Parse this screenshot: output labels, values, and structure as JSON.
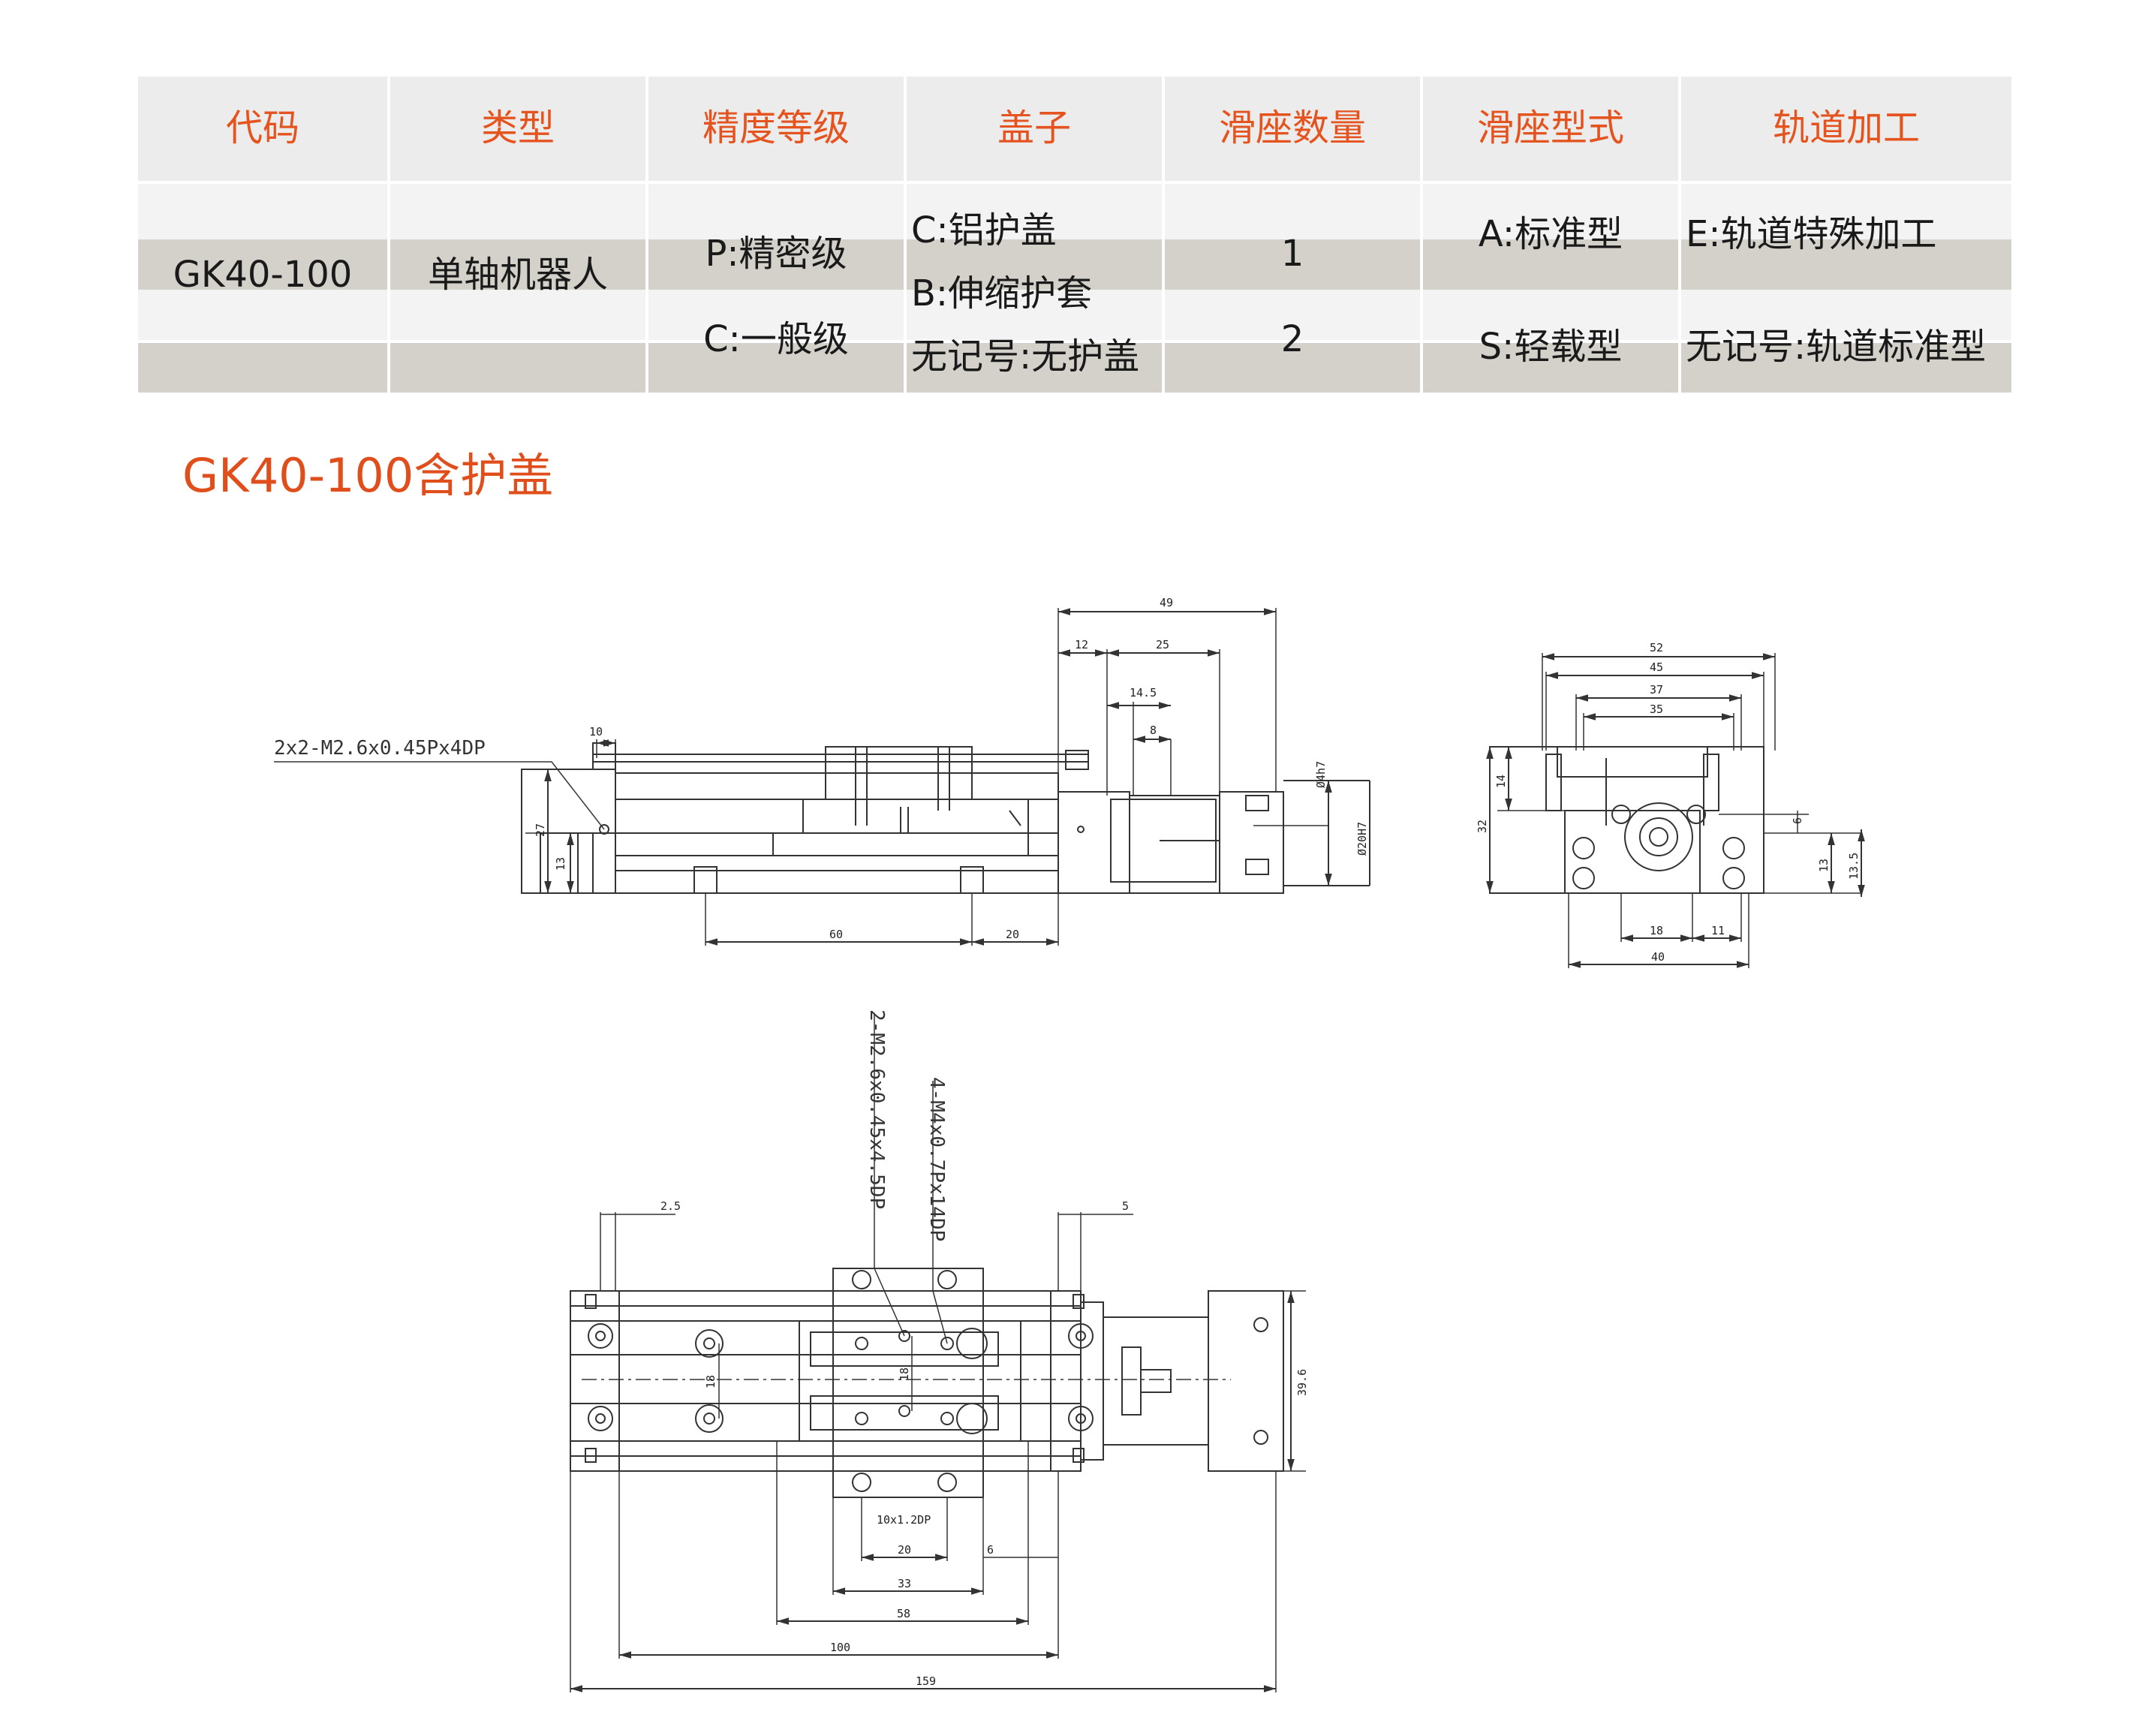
{
  "table": {
    "headers": [
      "代码",
      "类型",
      "精度等级",
      "盖子",
      "滑座数量",
      "滑座型式",
      "轨道加工"
    ],
    "model_code": "GK40-100",
    "type": "单轴机器人",
    "precision": [
      "P:精密级",
      "C:一般级"
    ],
    "cover": [
      "C:铝护盖",
      "B:伸缩护套",
      "无记号:无护盖"
    ],
    "slider_qty": [
      "1",
      "2"
    ],
    "slider_style": [
      "A:标准型",
      "S:轻载型"
    ],
    "rail_processing": [
      "E:轨道特殊加工",
      "无记号:轨道标准型"
    ]
  },
  "section_title": "GK40-100含护盖",
  "drawing": {
    "side_view": {
      "callout": "2x2-M2.6x0.45Px4DP",
      "dims": [
        "49",
        "12",
        "25",
        "14.5",
        "8",
        "10",
        "27",
        "13",
        "60",
        "20",
        "Ø4h7",
        "Ø20H7"
      ]
    },
    "end_view": {
      "dims": [
        "52",
        "45",
        "37",
        "35",
        "14",
        "32",
        "6",
        "13",
        "13.5",
        "18",
        "11",
        "40"
      ]
    },
    "top_view": {
      "callouts": [
        "2-M2.6x0.45x4.5DP",
        "4-M4x0.7Px14DP"
      ],
      "dims": [
        "2.5",
        "5",
        "18",
        "18",
        "39.6",
        "10x1.2DP",
        "20",
        "6",
        "33",
        "58",
        "100",
        "159"
      ]
    }
  },
  "colors": {
    "header_text": "#e5531f",
    "title_text": "#e04e1c",
    "header_bg": "#ececec",
    "light_row": "#f3f3f3",
    "dark_row": "#d4d1cb",
    "line": "#333333"
  }
}
